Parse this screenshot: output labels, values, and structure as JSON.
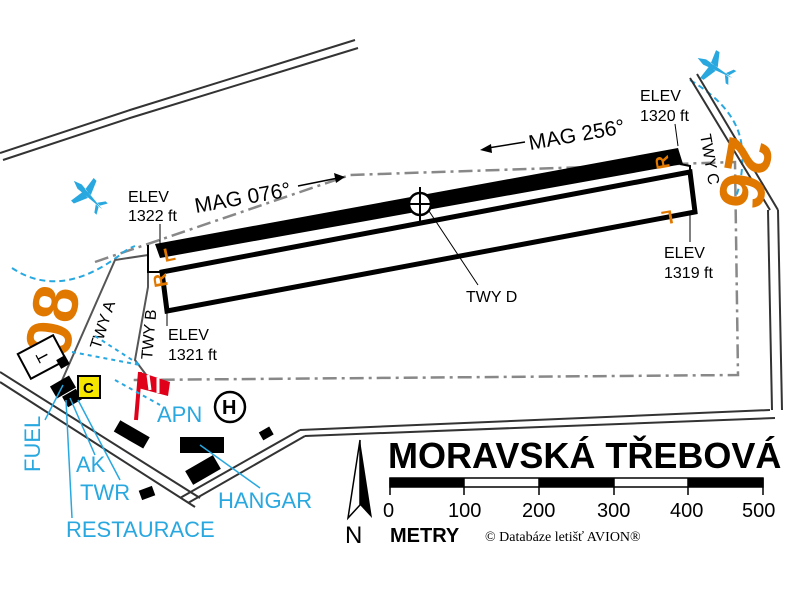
{
  "title": "MORAVSKÁ TŘEBOVÁ",
  "scale": {
    "ticks": [
      "0",
      "100",
      "200",
      "300",
      "400",
      "500"
    ],
    "unit": "METRY"
  },
  "north_label": "N",
  "copyright": "© Databáze letišť AVION®",
  "runway": {
    "mag_east": "MAG 076°",
    "mag_west": "MAG 256°",
    "designator_west": "08",
    "designator_east": "26",
    "threshold_marks": {
      "left": "L",
      "right": "R"
    }
  },
  "elevations": [
    {
      "line1": "ELEV",
      "line2": "1322 ft"
    },
    {
      "line1": "ELEV",
      "line2": "1320 ft"
    },
    {
      "line1": "ELEV",
      "line2": "1319 ft"
    },
    {
      "line1": "ELEV",
      "line2": "1321 ft"
    }
  ],
  "taxiways": [
    "TWY A",
    "TWY B",
    "TWY C",
    "TWY D"
  ],
  "facilities": {
    "fuel": "FUEL",
    "ak": "AK",
    "twr": "TWR",
    "restaurace": "RESTAURACE",
    "apn": "APN",
    "hangar": "HANGAR",
    "heliport": "H",
    "customs": "C",
    "landing_t": "T"
  },
  "icons": [
    "airplane-icon",
    "windsock-icon",
    "aerodrome-reference-point-icon",
    "heliport-icon",
    "north-arrow-icon"
  ],
  "colors": {
    "ink": "#000000",
    "info": "#29a8e0",
    "runway_marks": "#e07800",
    "windsock": "#e0001a",
    "customs": "#f5e600"
  }
}
